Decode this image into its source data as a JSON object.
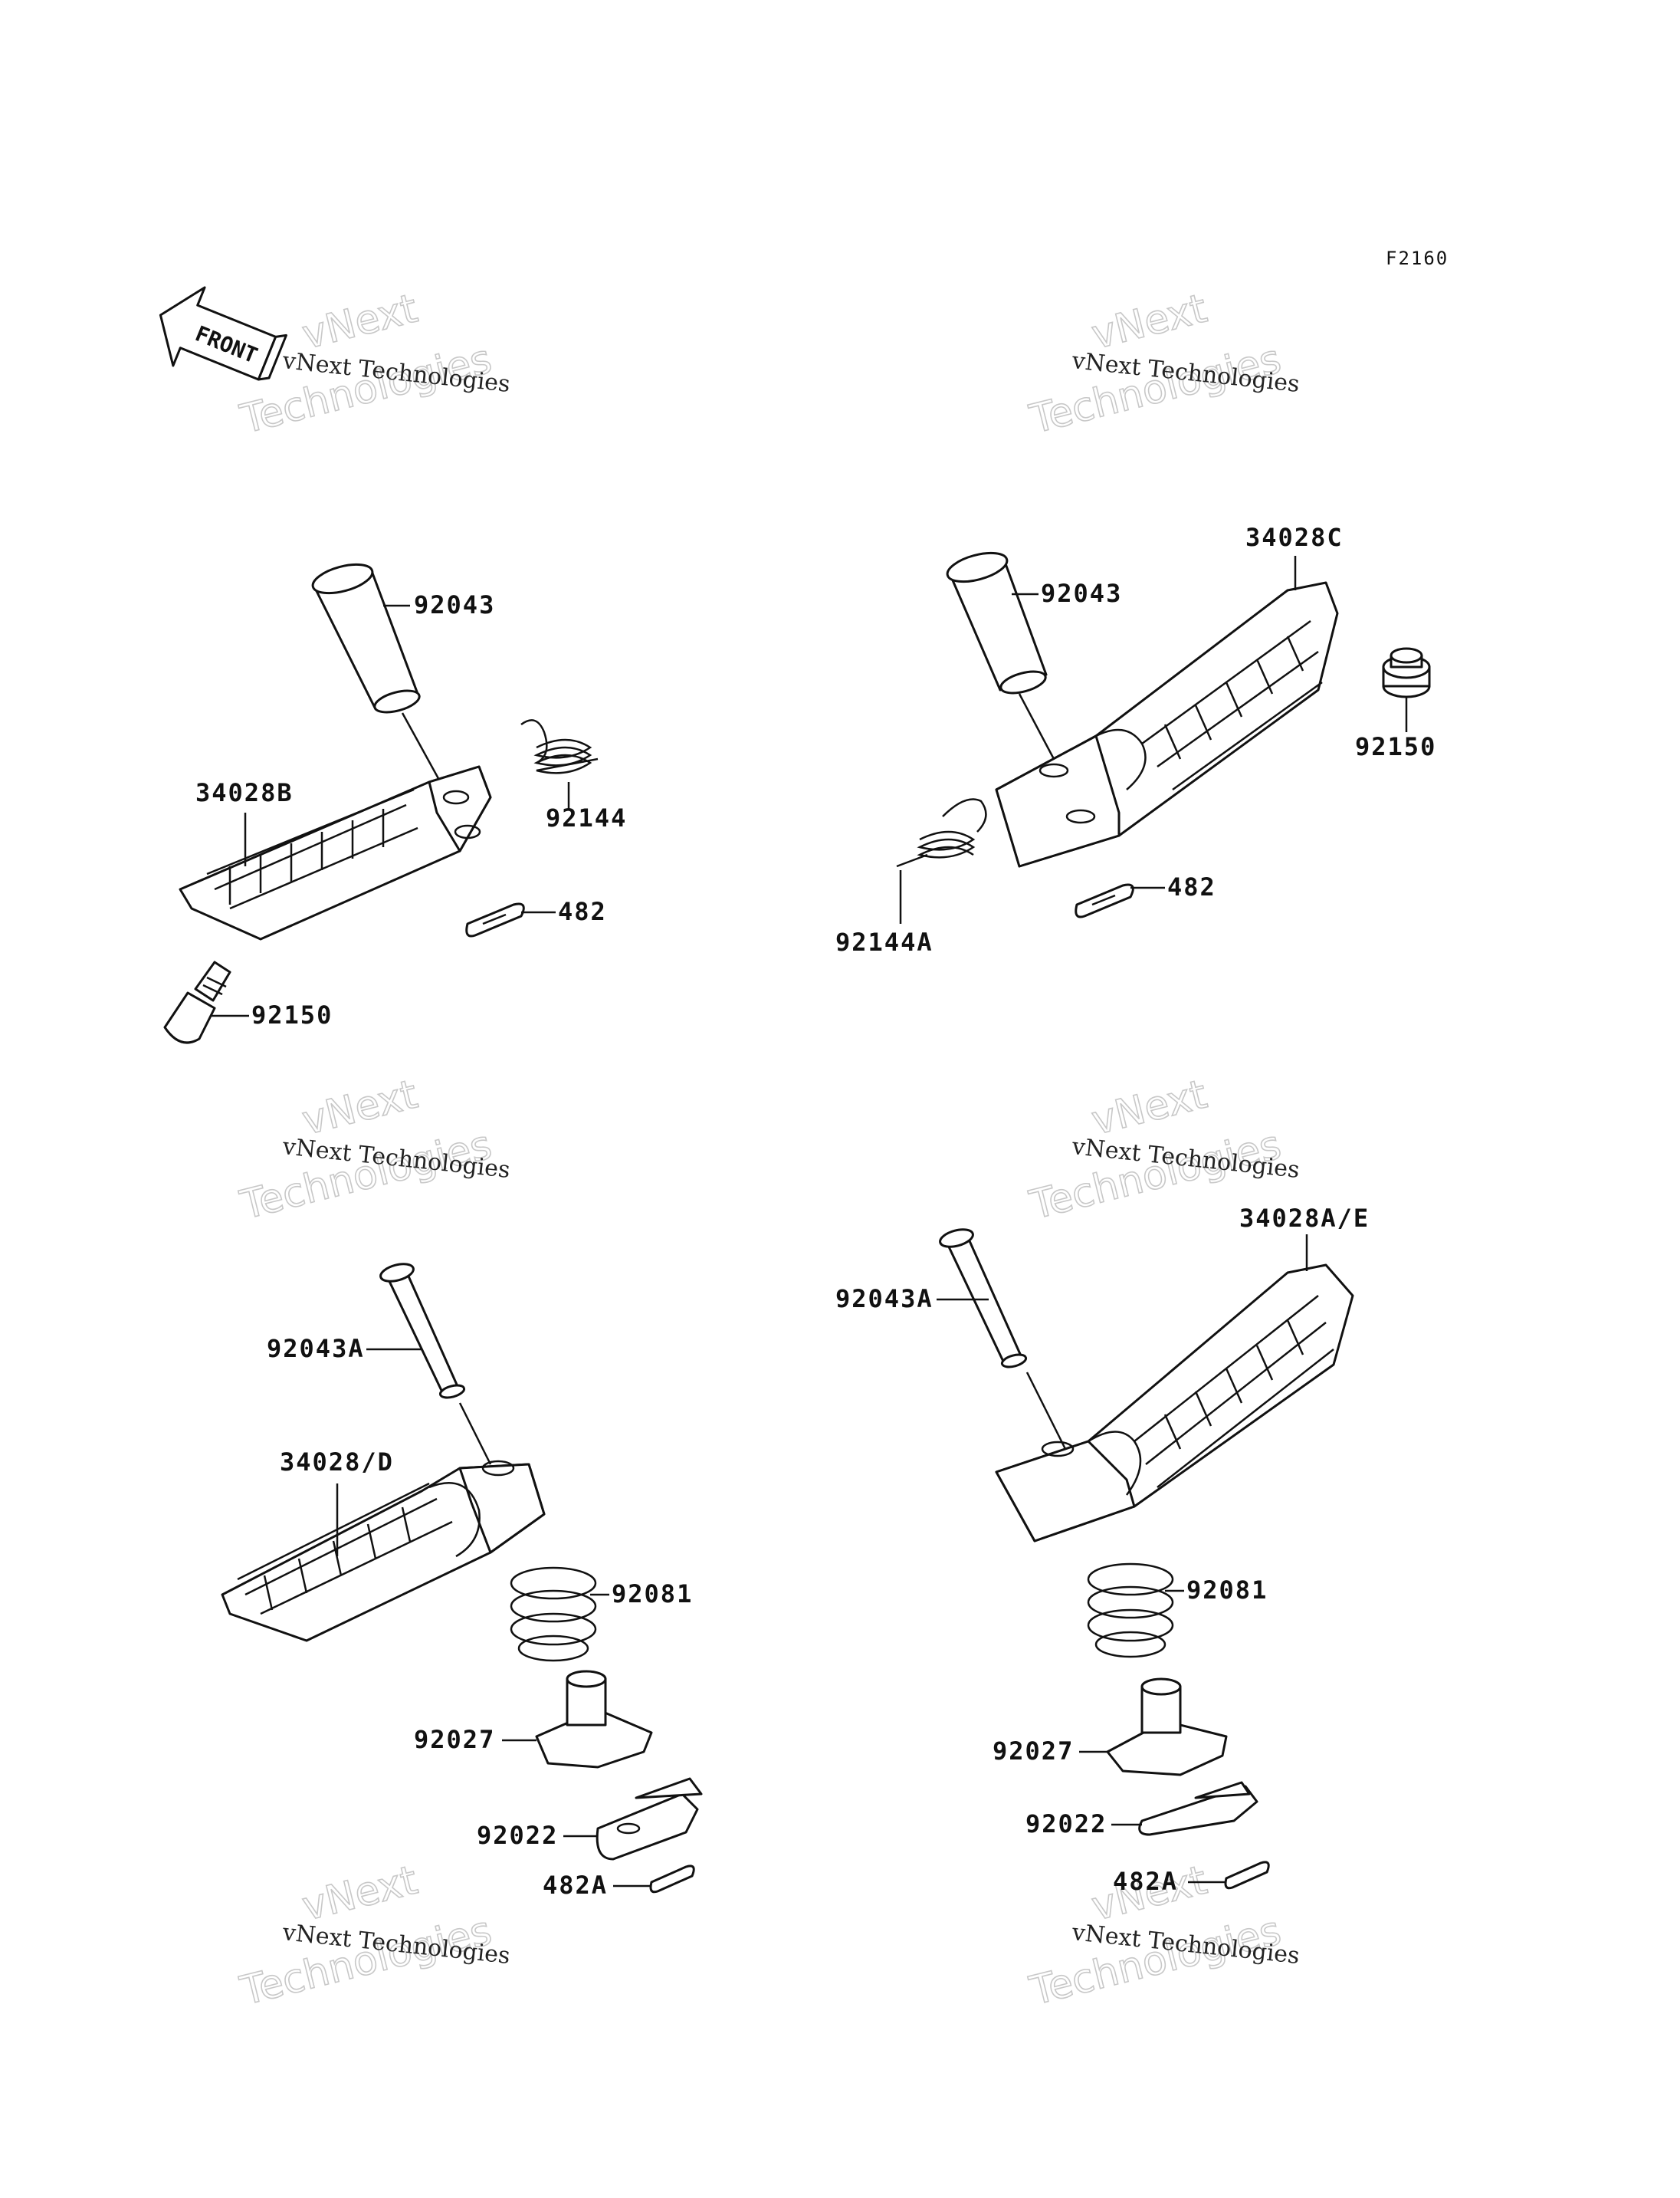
{
  "figure_code": "F2160",
  "front_label": "FRONT",
  "watermark": {
    "line1": "vNext Technologies",
    "big_a": "vNext",
    "big_b": "Technologies"
  },
  "panels": {
    "top_left": {
      "pin": "92043",
      "footpeg": "34028B",
      "spring": "92144",
      "clip": "482",
      "rubber": "92150"
    },
    "top_right": {
      "pin": "92043",
      "footpeg": "34028C",
      "rubber": "92150",
      "spring": "92144A",
      "clip": "482"
    },
    "bottom_left": {
      "pin": "92043A",
      "footpeg": "34028/D",
      "spring": "92081",
      "holder": "92027",
      "plate": "92022",
      "clip": "482A"
    },
    "bottom_right": {
      "pin": "92043A",
      "footpeg": "34028A/E",
      "spring": "92081",
      "holder": "92027",
      "plate": "92022",
      "clip": "482A"
    }
  }
}
